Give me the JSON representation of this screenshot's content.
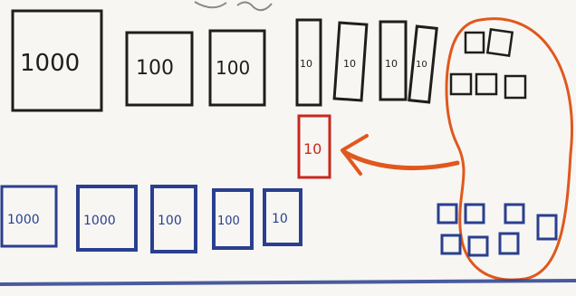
{
  "colors": {
    "black_ink": "#1e1e1e",
    "red_ink": "#c8281e",
    "orange_ink": "#e0581e",
    "blue_ink": "#2a3f8f",
    "paper": "#f7f6f2"
  },
  "top_row": {
    "thousand": "1000",
    "hundreds": [
      "100",
      "100"
    ],
    "tens": [
      "10",
      "10",
      "10",
      "10"
    ]
  },
  "regrouped_ten": {
    "label": "10"
  },
  "bottom_row": {
    "thousands": [
      "1000",
      "1000"
    ],
    "hundreds": [
      "100",
      "100"
    ],
    "tens": [
      "10"
    ]
  }
}
